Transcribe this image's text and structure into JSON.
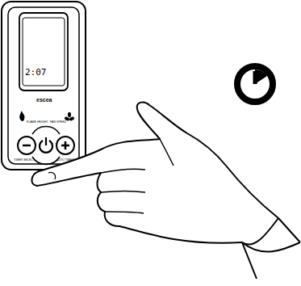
{
  "diagram": {
    "labels": [
      "2:07",
      "escea",
      "FLAME HEIGHT",
      "FAN SPEED",
      "TIMER SELECT",
      "AUTO TIMER"
    ]
  }
}
